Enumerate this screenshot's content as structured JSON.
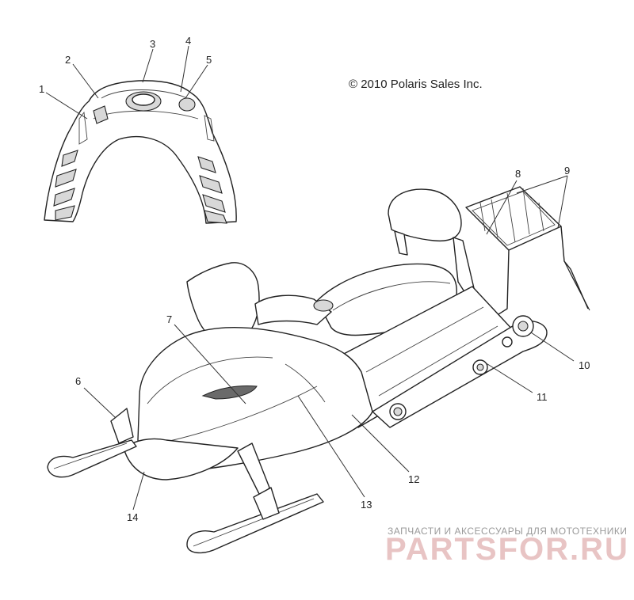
{
  "copyright": "© 2010 Polaris Sales Inc.",
  "callouts": [
    "1",
    "2",
    "3",
    "4",
    "5",
    "6",
    "7",
    "8",
    "9",
    "10",
    "11",
    "12",
    "13",
    "14"
  ],
  "watermark": {
    "tagline": "ЗАПЧАСТИ И АКСЕССУАРЫ ДЛЯ МОТОТЕХНИКИ",
    "brand": "PARTSFOR.RU",
    "brand_color": "#e8c4c4"
  }
}
